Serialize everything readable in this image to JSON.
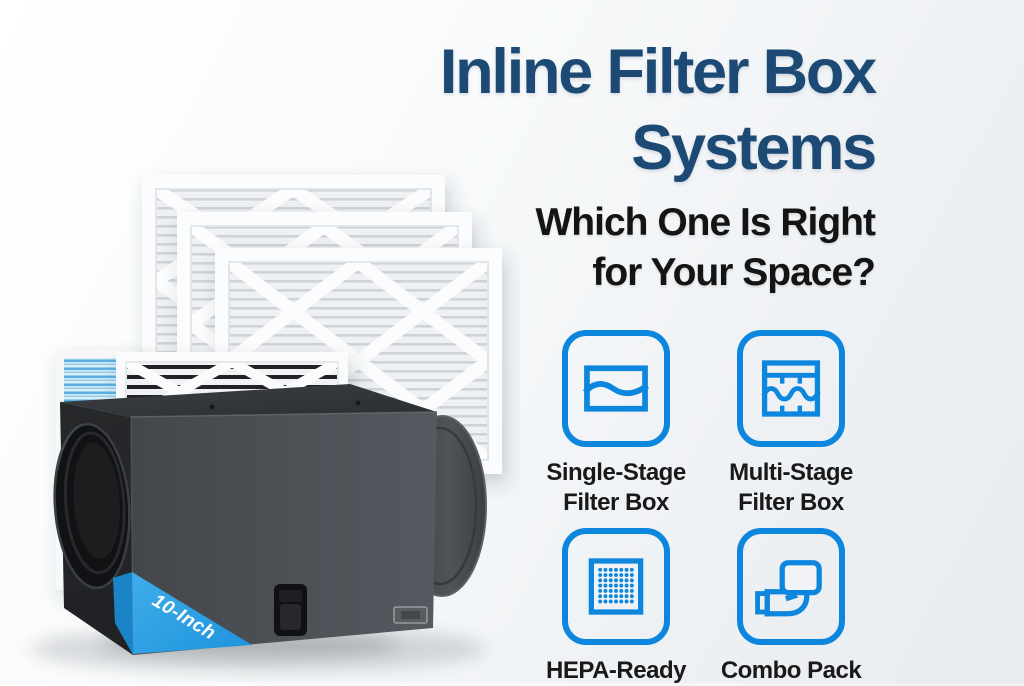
{
  "colors": {
    "title_navy": "#1c4a74",
    "subtitle_black": "#141414",
    "icon_blue": "#0d86dd",
    "ribbon_blue": "#2aa3e7",
    "background_start": "#ffffff",
    "background_end": "#e8ebef"
  },
  "header": {
    "title_lines": [
      "Inline Filter Box",
      "Systems"
    ],
    "subtitle_lines": [
      "Which One Is Right",
      "for Your Space?"
    ]
  },
  "options": [
    {
      "icon": "single-stage-filter-icon",
      "label_lines": [
        "Single-Stage",
        "Filter Box"
      ]
    },
    {
      "icon": "multi-stage-filter-icon",
      "label_lines": [
        "Multi-Stage",
        "Filter Box"
      ]
    },
    {
      "icon": "hepa-ready-filter-icon",
      "label_lines": [
        "HEPA-Ready"
      ]
    },
    {
      "icon": "combo-pack-icon",
      "label_lines": [
        "Combo Pack"
      ]
    }
  ],
  "product": {
    "ribbon_label": "10-Inch"
  }
}
